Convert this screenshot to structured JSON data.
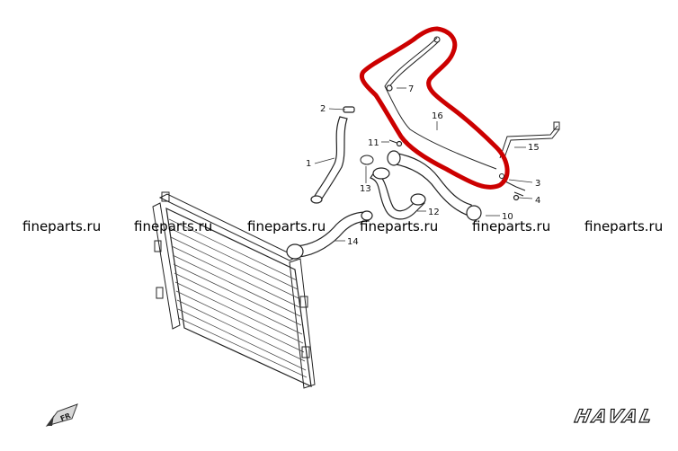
{
  "watermarks": [
    "fineparts.ru",
    "fineparts.ru",
    "fineparts.ru",
    "fineparts.ru",
    "fineparts.ru",
    "fineparts.ru"
  ],
  "callouts": [
    "1",
    "2",
    "3",
    "4",
    "7",
    "10",
    "11",
    "12",
    "13",
    "14",
    "15",
    "16"
  ],
  "orientation_label": "FR",
  "brand_logo": "HAVAL",
  "colors": {
    "highlight": "#cc0000",
    "line": "#222222",
    "watermark": "#000000"
  },
  "icons": [
    "front-direction-arrow-icon",
    "haval-logo"
  ]
}
